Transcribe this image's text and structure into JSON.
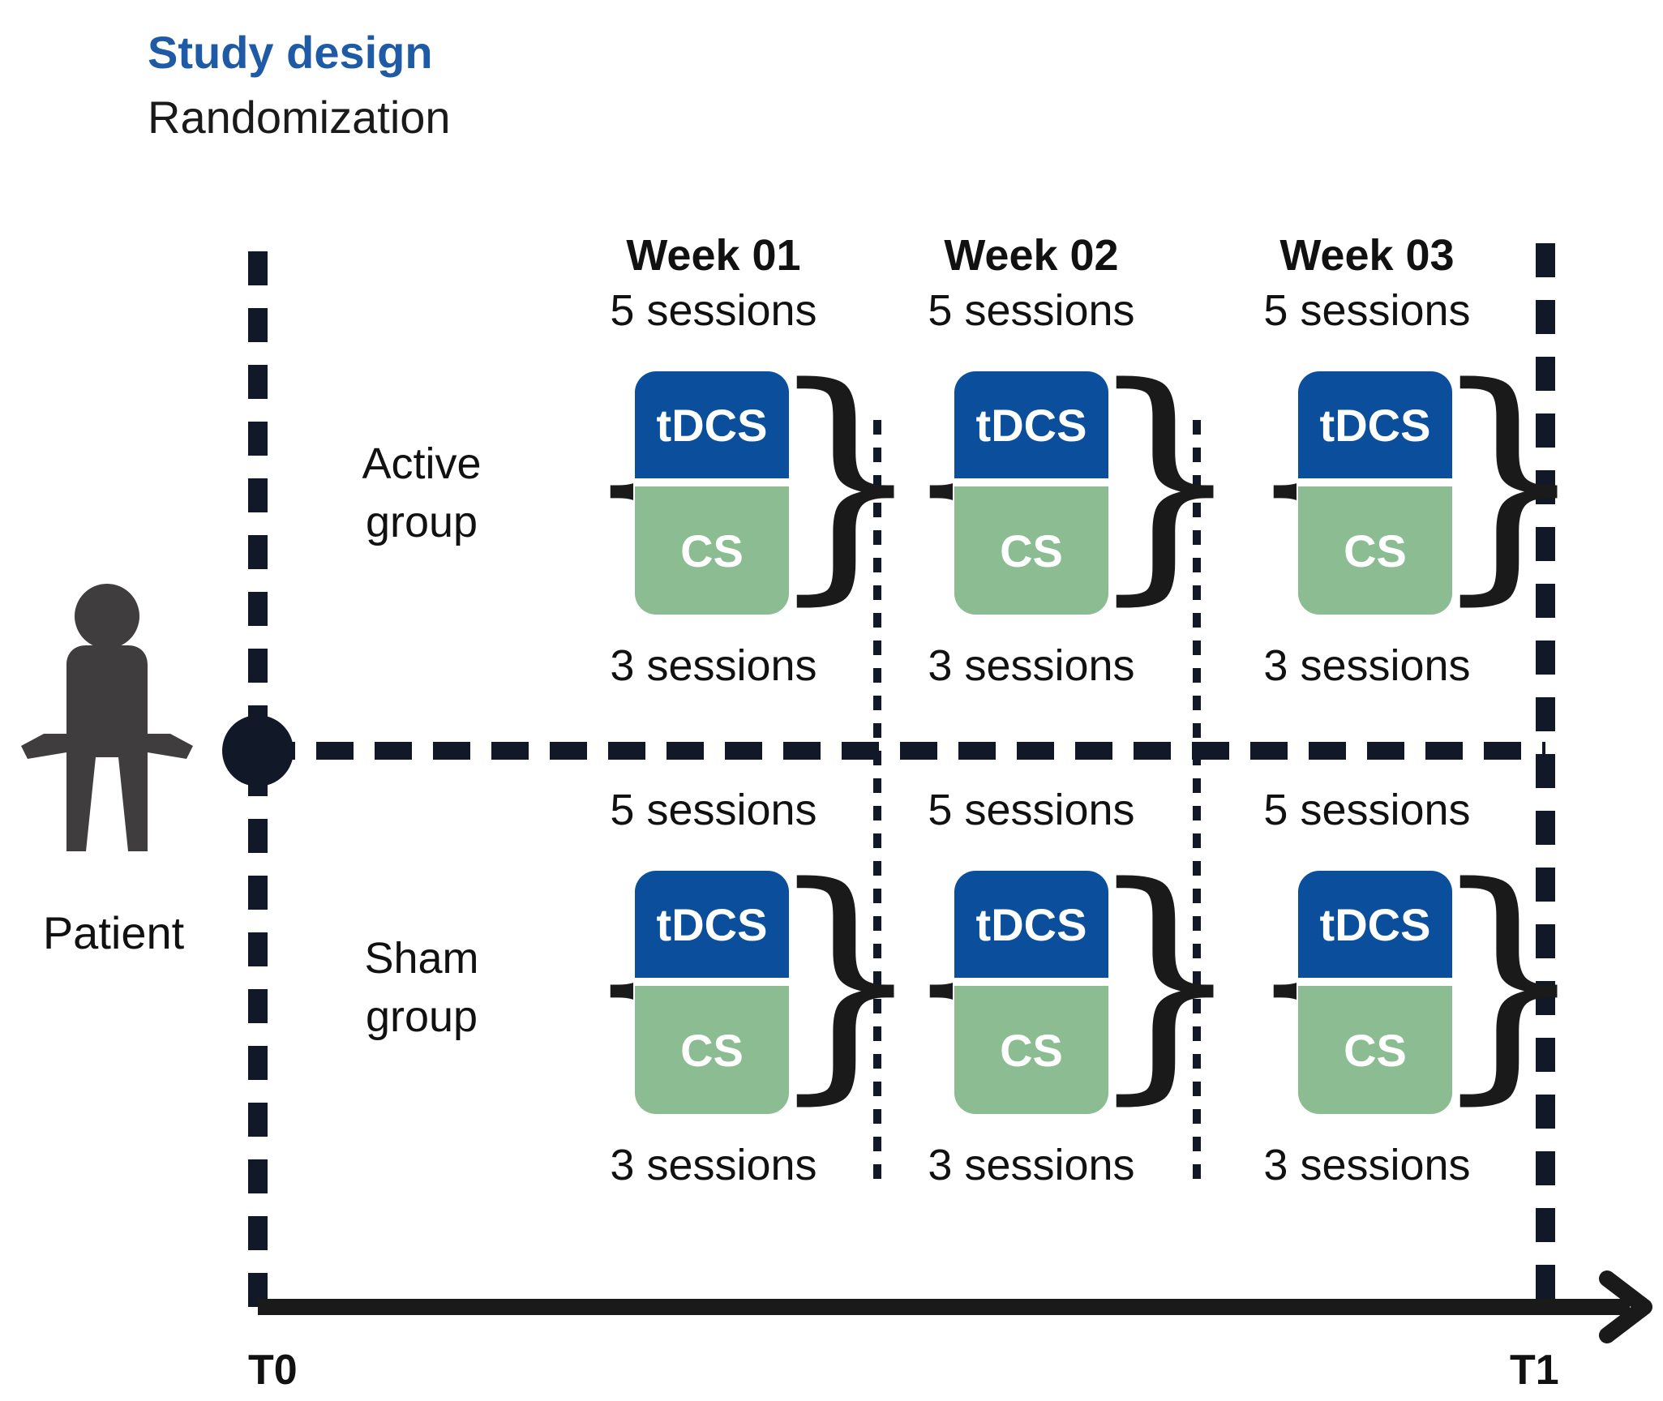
{
  "header": {
    "title": "Study design",
    "subtitle": "Randomization"
  },
  "patient": {
    "label": "Patient",
    "icon": "person-icon"
  },
  "groups": {
    "active": "Active group",
    "sham": "Sham group"
  },
  "timeline": {
    "start": "T0",
    "end": "T1"
  },
  "weeks": [
    {
      "label": "Week 01",
      "active_top_sessions": "5 sessions",
      "active_bottom_sessions": "3 sessions",
      "sham_top_sessions": "5 sessions",
      "sham_bottom_sessions": "3 sessions",
      "top_box": "tDCS",
      "bottom_box": "CS"
    },
    {
      "label": "Week 02",
      "active_top_sessions": "5 sessions",
      "active_bottom_sessions": "3 sessions",
      "sham_top_sessions": "5 sessions",
      "sham_bottom_sessions": "3 sessions",
      "top_box": "tDCS",
      "bottom_box": "CS"
    },
    {
      "label": "Week 03",
      "active_top_sessions": "5 sessions",
      "active_bottom_sessions": "3 sessions",
      "sham_top_sessions": "5 sessions",
      "sham_bottom_sessions": "3 sessions",
      "top_box": "tDCS",
      "bottom_box": "CS"
    }
  ],
  "colors": {
    "title_blue": "#1f5aa6",
    "tdcs_blue": "#0b4f9c",
    "cs_green": "#8bbc92",
    "line_navy": "#111827"
  }
}
